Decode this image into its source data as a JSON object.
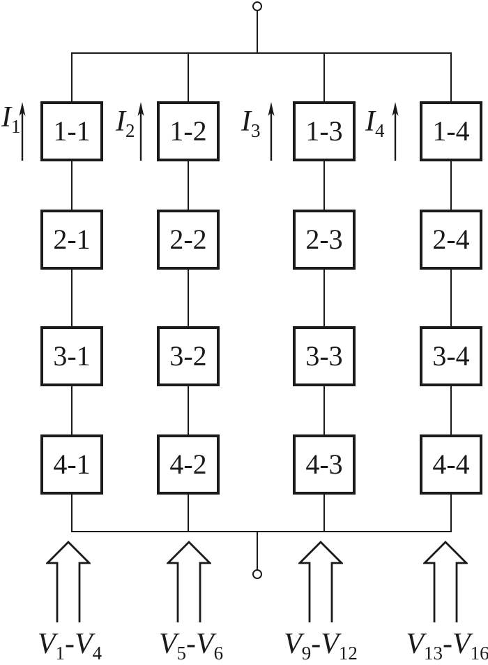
{
  "diagram": {
    "colors": {
      "background": "#ffffff",
      "line": "#1a1a1a"
    },
    "boxes": [
      {
        "label": "1-1"
      },
      {
        "label": "1-2"
      },
      {
        "label": "1-3"
      },
      {
        "label": "1-4"
      },
      {
        "label": "2-1"
      },
      {
        "label": "2-2"
      },
      {
        "label": "2-3"
      },
      {
        "label": "2-4"
      },
      {
        "label": "3-1"
      },
      {
        "label": "3-2"
      },
      {
        "label": "3-3"
      },
      {
        "label": "3-4"
      },
      {
        "label": "4-1"
      },
      {
        "label": "4-2"
      },
      {
        "label": "4-3"
      },
      {
        "label": "4-4"
      }
    ],
    "currents": [
      {
        "symbol": "I",
        "subscript": "1"
      },
      {
        "symbol": "I",
        "subscript": "2"
      },
      {
        "symbol": "I",
        "subscript": "3"
      },
      {
        "symbol": "I",
        "subscript": "4"
      }
    ],
    "voltages": [
      {
        "from_symbol": "V",
        "from_subscript": "1",
        "separator": "-",
        "to_symbol": "V",
        "to_subscript": "4"
      },
      {
        "from_symbol": "V",
        "from_subscript": "5",
        "separator": "-",
        "to_symbol": "V",
        "to_subscript": "6"
      },
      {
        "from_symbol": "V",
        "from_subscript": "9",
        "separator": "-",
        "to_symbol": "V",
        "to_subscript": "12"
      },
      {
        "from_symbol": "V",
        "from_subscript": "13",
        "separator": "-",
        "to_symbol": "V",
        "to_subscript": "16"
      }
    ]
  }
}
